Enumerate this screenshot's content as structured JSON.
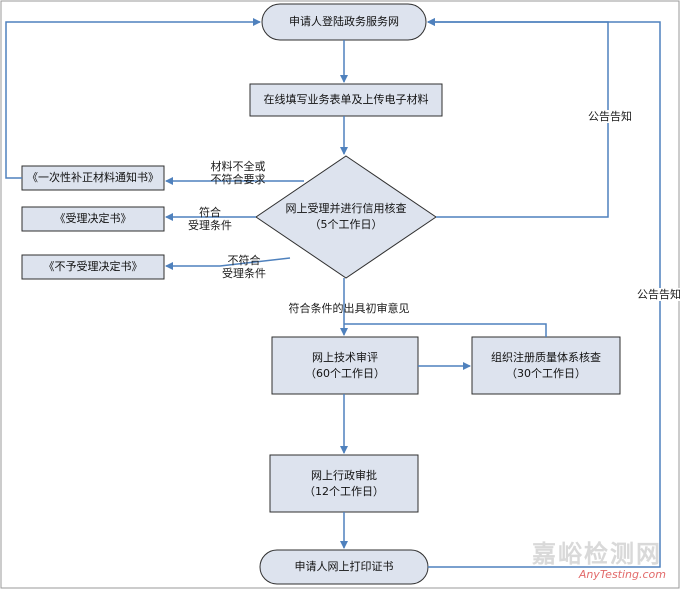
{
  "colors": {
    "line": "#4f81bd",
    "box_fill": "#dde3ee",
    "box_stroke": "#2f2f2f"
  },
  "nodes": {
    "start": "申请人登陆政务服务网",
    "fill_form": "在线填写业务表单及上传电子材料",
    "check_line1": "网上受理并进行信用核查",
    "check_line2": "（5个工作日）",
    "notice_correction": "《一次性补正材料通知书》",
    "notice_accept": "《受理决定书》",
    "notice_reject": "《不予受理决定书》",
    "tech_review_line1": "网上技术审评",
    "tech_review_line2": "（60个工作日）",
    "qms_check_line1": "组织注册质量体系核查",
    "qms_check_line2": "（30个工作日）",
    "admin_approval_line1": "网上行政审批",
    "admin_approval_line2": "（12个工作日）",
    "print_cert": "申请人网上打印证书"
  },
  "edge_labels": {
    "incomplete_line1": "材料不全或",
    "incomplete_line2": "不符合要求",
    "accept_line1": "符合",
    "accept_line2": "受理条件",
    "reject_line1": "不符合",
    "reject_line2": "受理条件",
    "preliminary_opinion": "符合条件的出具初审意见",
    "public_notice_1": "公告告知",
    "public_notice_2": "公告告知"
  },
  "watermark": {
    "cn": "嘉峪检测网",
    "en": "AnyTesting.com"
  }
}
